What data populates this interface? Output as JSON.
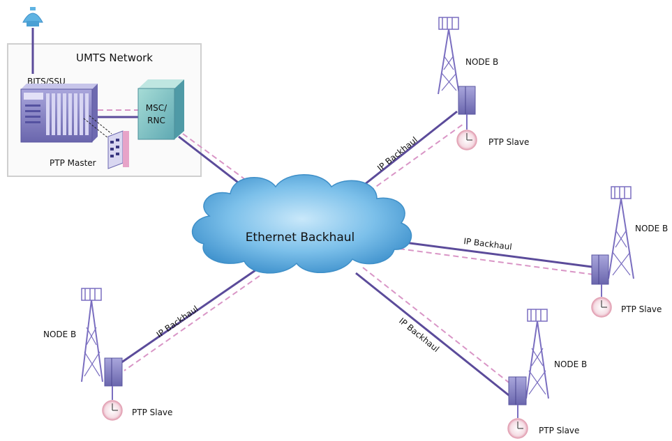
{
  "colors": {
    "link": "#5b4b9a",
    "ptp_dash": "#d995c6",
    "cloud_fill": "#6fb6e6",
    "cloud_edge": "#3e8fc8",
    "tower": "#7a6ec0",
    "equipment": "#8a86c6",
    "clock_ring": "#e9a9b9",
    "box_border": "#cfcfcf",
    "mscrnc": "#87c9c4",
    "gps": "#5fb3e2"
  },
  "network_box": {
    "title": "UMTS Network"
  },
  "bits_ssu": {
    "label": "BITS/SSU"
  },
  "msc_rnc": {
    "line1": "MSC/",
    "line2": "RNC"
  },
  "ptp_master": {
    "label": "PTP Master"
  },
  "cloud": {
    "label": "Ethernet Backhaul"
  },
  "links": [
    {
      "label": "IP Backhaul"
    },
    {
      "label": "IP Backhaul"
    },
    {
      "label": "IP Backhaul"
    },
    {
      "label": "IP Backhaul"
    }
  ],
  "nodes": [
    {
      "name": "NODE B",
      "slave": "PTP Slave"
    },
    {
      "name": "NODE B",
      "slave": "PTP Slave"
    },
    {
      "name": "NODE B",
      "slave": "PTP Slave"
    },
    {
      "name": "NODE B",
      "slave": "PTP Slave"
    }
  ],
  "icons": [
    "gps-antenna-icon",
    "cell-tower-icon",
    "clock-icon",
    "server-rack-icon"
  ]
}
